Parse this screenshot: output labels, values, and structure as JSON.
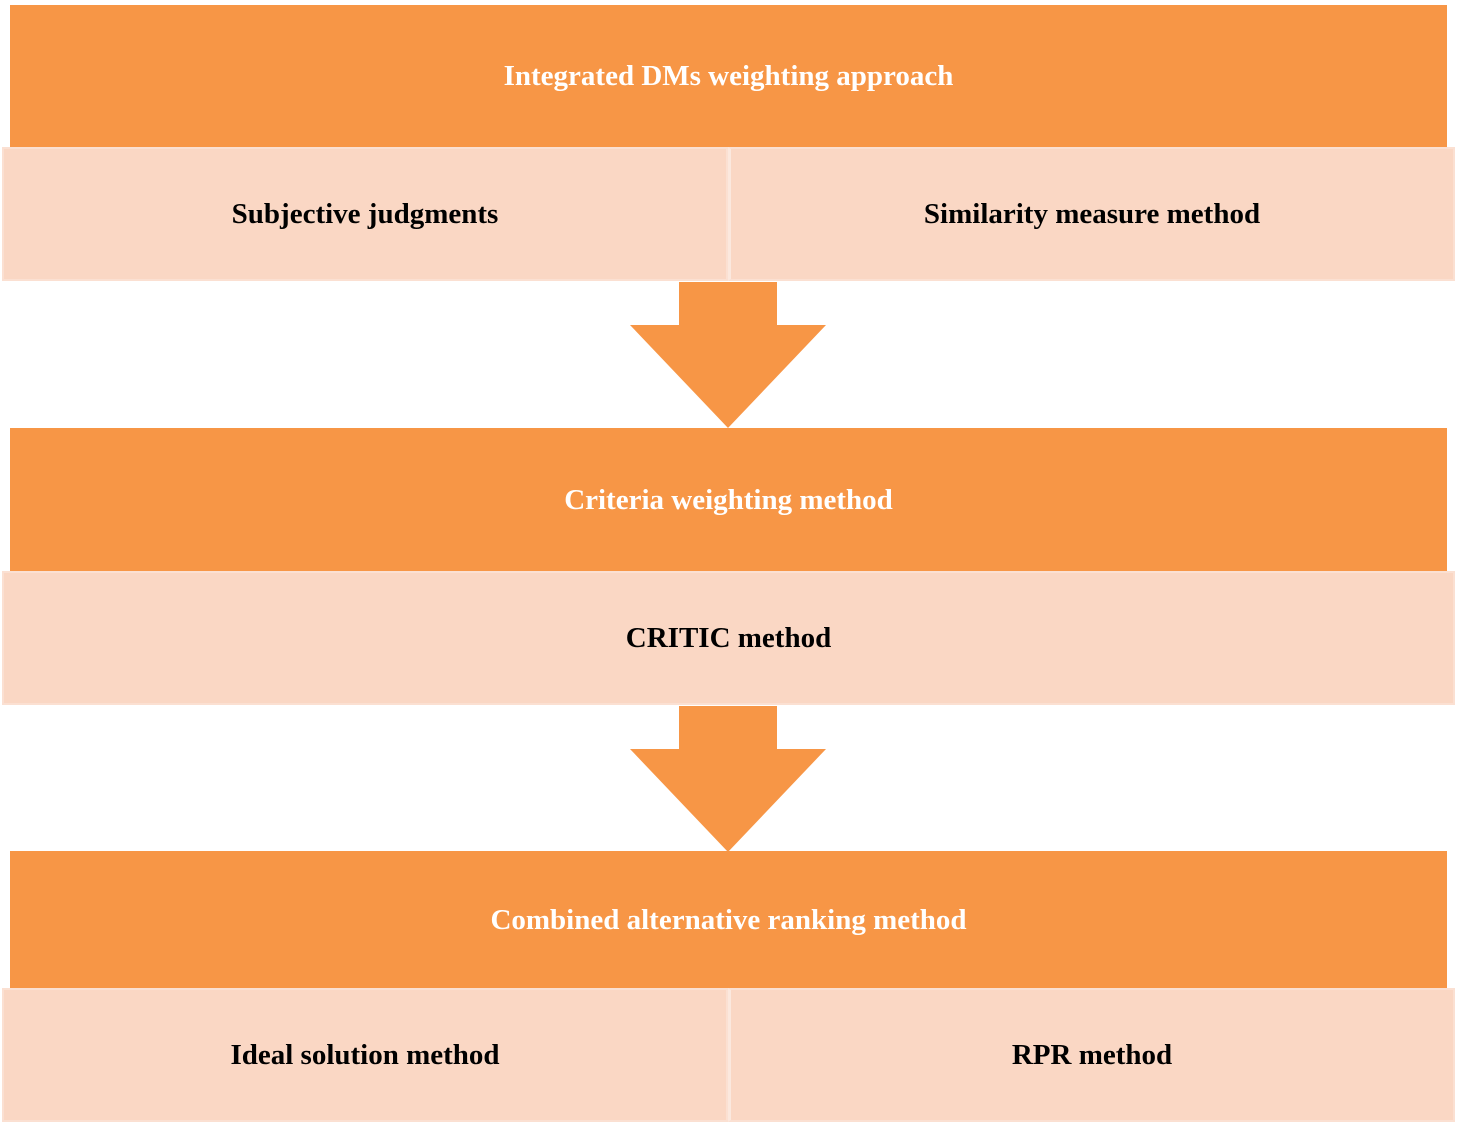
{
  "colors": {
    "header_fill": "#f79646",
    "header_text": "#ffffff",
    "sub_fill": "#fad7c4",
    "sub_text": "#000000",
    "arrow_fill": "#f79646"
  },
  "stages": [
    {
      "header": "Integrated DMs weighting approach",
      "items": [
        "Subjective judgments",
        "Similarity measure method"
      ]
    },
    {
      "header": "Criteria weighting method",
      "items": [
        "CRITIC method"
      ]
    },
    {
      "header": "Combined alternative ranking method",
      "items": [
        "Ideal solution method",
        "RPR method"
      ]
    }
  ]
}
